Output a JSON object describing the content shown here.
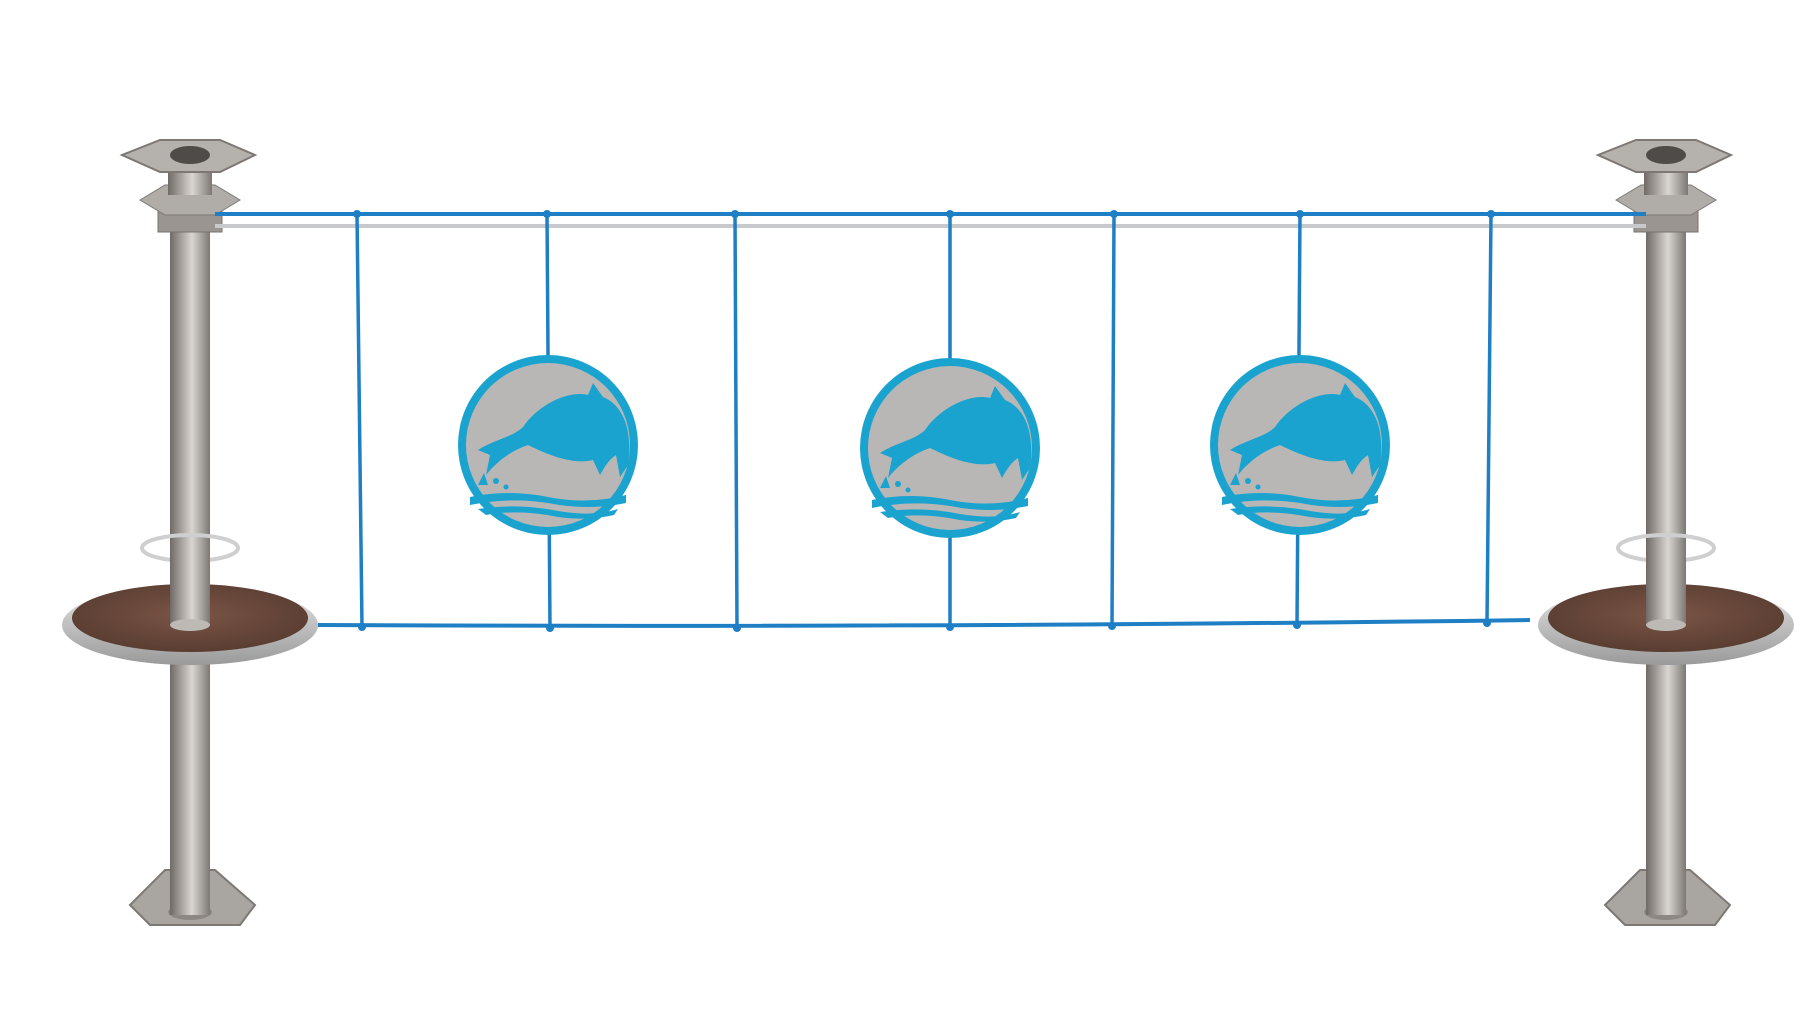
{
  "scene": {
    "background_color": "#ffffff",
    "subject": "playground-rope-bridge-element",
    "colors": {
      "post_metal": "#a8a29d",
      "post_shadow": "#6f6a66",
      "post_highlight": "#d9d6d2",
      "rope_blue": "#1f7fc4",
      "steel_cable": "#c7c9cc",
      "platform_wood": "#6b4a3c",
      "platform_rim": "#bfbfbf",
      "sign_gray": "#b9b7b6",
      "dolphin_teal": "#1aa3cf"
    },
    "posts": [
      {
        "id": "left",
        "has_platform": true,
        "has_footrest_ring": true
      },
      {
        "id": "right",
        "has_platform": true,
        "has_footrest_ring": true
      }
    ],
    "signs": [
      {
        "id": "sign-1",
        "icon": "dolphin-icon"
      },
      {
        "id": "sign-2",
        "icon": "dolphin-icon"
      },
      {
        "id": "sign-3",
        "icon": "dolphin-icon"
      }
    ],
    "vertical_ropes_count": 7
  }
}
